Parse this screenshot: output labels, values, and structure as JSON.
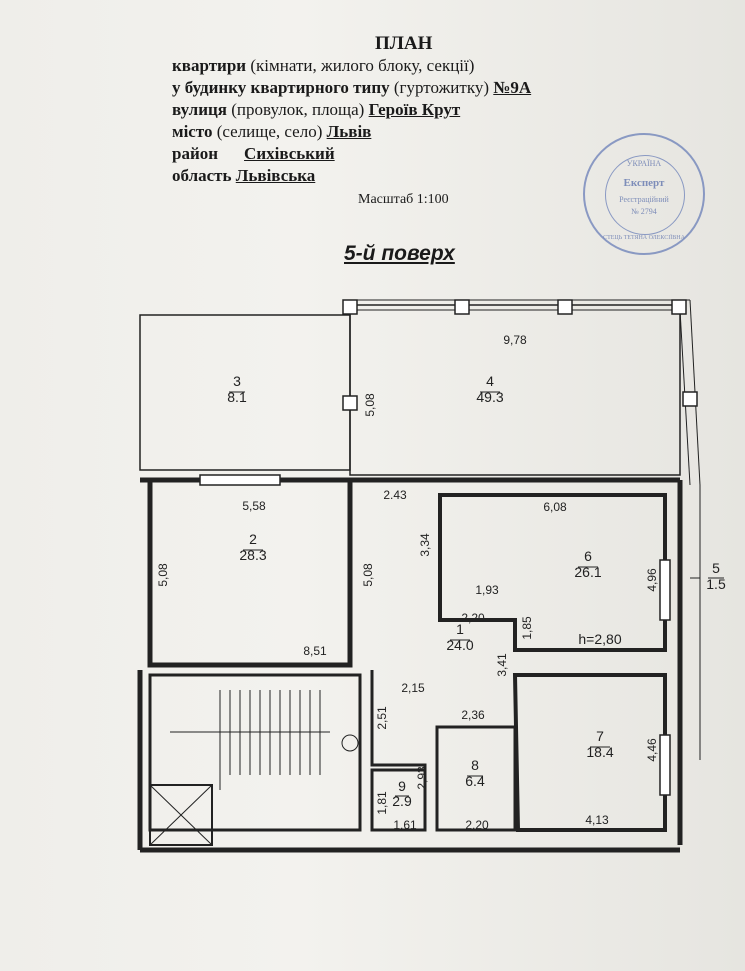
{
  "header": {
    "title": "ПЛАН",
    "line1_bold": "квартири",
    "line1_rest": " (кімнати, жилого блоку, секції)",
    "line2_bold": "у будинку квартирного типу",
    "line2_rest": " (гуртожитку) ",
    "line2_no": "№9А",
    "street_label": "вулиця",
    "street_rest": " (провулок, площа)  ",
    "street_value": "Героїв Крут",
    "city_label": "місто",
    "city_rest": " (селище, село)  ",
    "city_value": "Львів",
    "district_label": "район",
    "district_value": "Сихівський",
    "region_label": "область",
    "region_value": "Львівська",
    "scale": "Масштаб 1:100",
    "floor": "5-й поверх"
  },
  "stamp": {
    "country": "УКРАЇНА",
    "role": "Експерт",
    "reg": "Реєстраційний",
    "number": "№ 2794",
    "name": "СТЕЦЬ ТЕТЯНА ОЛЕКСІЇВНА"
  },
  "rooms": [
    {
      "no": "3",
      "area": "8.1"
    },
    {
      "no": "4",
      "area": "49.3"
    },
    {
      "no": "2",
      "area": "28.3"
    },
    {
      "no": "1",
      "area": "24.0"
    },
    {
      "no": "6",
      "area": "26.1"
    },
    {
      "no": "7",
      "area": "18.4"
    },
    {
      "no": "8",
      "area": "6.4"
    },
    {
      "no": "9",
      "area": "2.9"
    },
    {
      "no": "5",
      "area": "1.5"
    }
  ],
  "dims": {
    "d978": "9,78",
    "d508a": "5,08",
    "d558": "5,58",
    "d508b": "5,08",
    "d851": "8,51",
    "d243": "2.43",
    "d334": "3,34",
    "d508c": "5,08",
    "d193": "1,93",
    "d220a": "2,20",
    "d185": "1,85",
    "d341": "3,41",
    "d215": "2,15",
    "d251": "2,51",
    "d236": "2,36",
    "d608": "6,08",
    "d496": "4,96",
    "height": "h=2,80",
    "d446": "4,46",
    "d413": "4,13",
    "d293": "2,93",
    "d220b": "2,20",
    "d181": "1,81",
    "d161": "1,61"
  }
}
